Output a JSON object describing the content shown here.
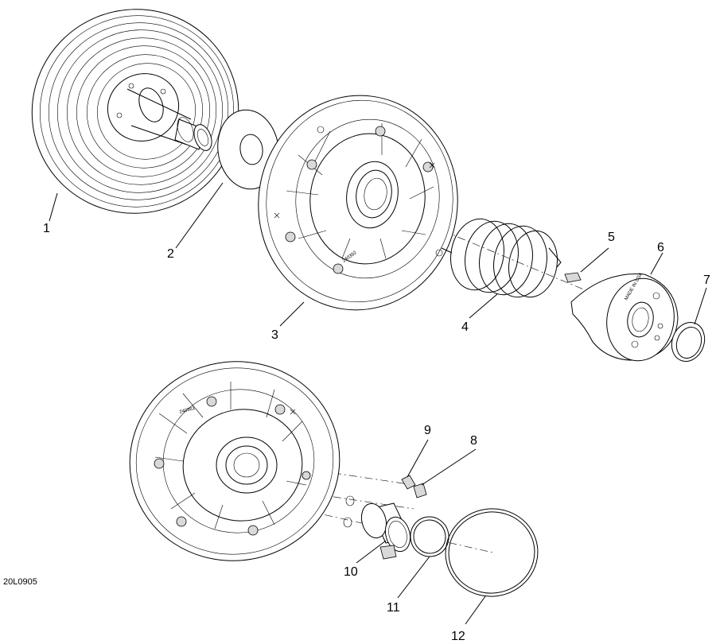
{
  "drawing_code": "20L0905",
  "part_labels": [
    "1",
    "2",
    "3",
    "4",
    "5",
    "6",
    "7",
    "8",
    "9",
    "10",
    "11",
    "12"
  ],
  "cam_markings": {
    "made_in": "MADE IN USA",
    "sheave_number": "240361",
    "sheave_number_alt": "240392"
  }
}
